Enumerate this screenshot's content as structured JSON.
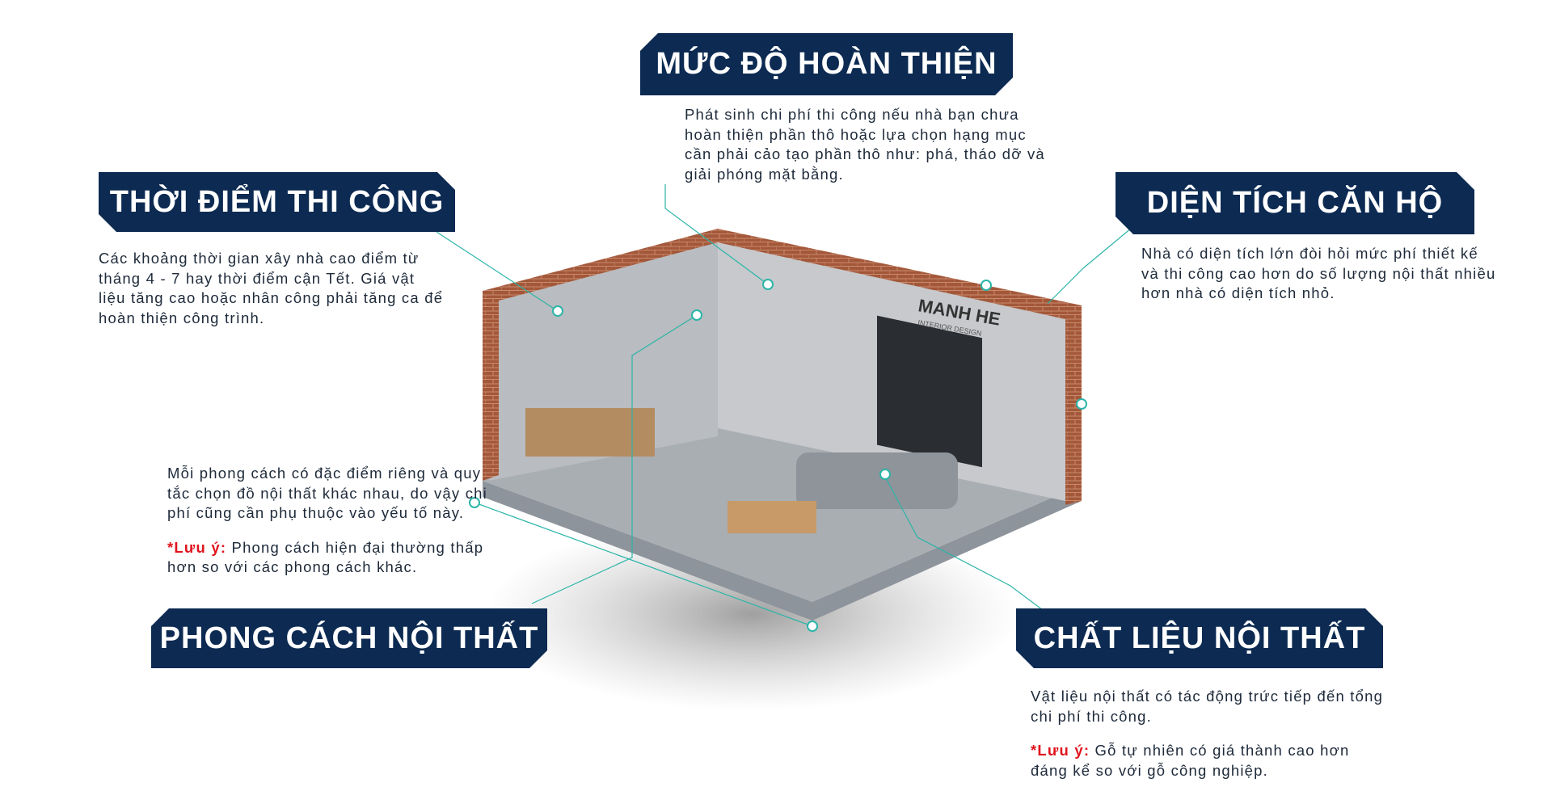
{
  "sections": {
    "completion": {
      "title": "MỨC ĐỘ HOÀN THIỆN",
      "text": "Phát sinh chi phí thi công nếu nhà bạn chưa hoàn thiện phần thô hoặc lựa chọn hạng mục cần phải cảo tạo phần thô như: phá, tháo dỡ và giải phóng mặt bằng."
    },
    "timing": {
      "title": "THỜI ĐIỂM THI CÔNG",
      "text": "Các khoảng thời gian xây nhà cao điểm từ tháng 4 - 7 hay thời điểm cận Tết. Giá vật liệu tăng cao hoặc nhân công phải tăng ca để hoàn thiện công trình."
    },
    "area": {
      "title": "DIỆN TÍCH CĂN HỘ",
      "text": "Nhà có diện tích lớn đòi hỏi mức phí thiết kế và thi công cao hơn do số lượng nội thất nhiều hơn nhà có diện tích nhỏ."
    },
    "style": {
      "title": "PHONG CÁCH NỘI THẤT",
      "text": "Mỗi phong cách có đặc điểm riêng và quy tắc chọn đồ nội thất khác nhau, do vậy chi phí cũng cần phụ thuộc vào yếu tố này.",
      "note_label": "*Lưu ý:",
      "note": " Phong cách hiện đại thường thấp hơn so với các phong cách khác."
    },
    "material": {
      "title": "CHẤT LIỆU NỘI THẤT",
      "text": "Vật liệu nội thất có tác động trức tiếp đến tổng chi phí thi công.",
      "note_label": "*Lưu ý:",
      "note": " Gỗ tự nhiên có giá thành cao hơn đáng kể so với gỗ công nghiệp."
    }
  },
  "illustration": {
    "logo_name": "MANH HE",
    "logo_sub": "INTERIOR DESIGN"
  },
  "colors": {
    "navy": "#0c2a52",
    "teal": "#2bb5a8",
    "note_red": "#e0141e"
  }
}
